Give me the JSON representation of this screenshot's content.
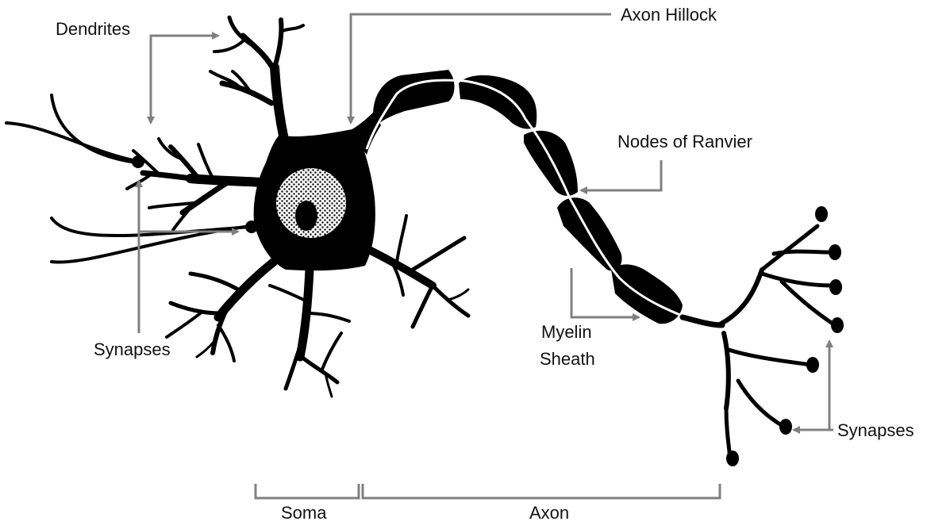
{
  "diagram": {
    "labels": {
      "dendrites": "Dendrites",
      "axon_hillock": "Axon Hillock",
      "nodes_of_ranvier": "Nodes of Ranvier",
      "synapses_left": "Synapses",
      "myelin_line1": "Myelin",
      "myelin_line2": "Sheath",
      "synapses_right": "Synapses",
      "soma": "Soma",
      "axon": "Axon"
    },
    "colors": {
      "neuron": "#000000",
      "arrow": "#808080",
      "axon_core": "#ffffff",
      "background": "#ffffff"
    }
  }
}
